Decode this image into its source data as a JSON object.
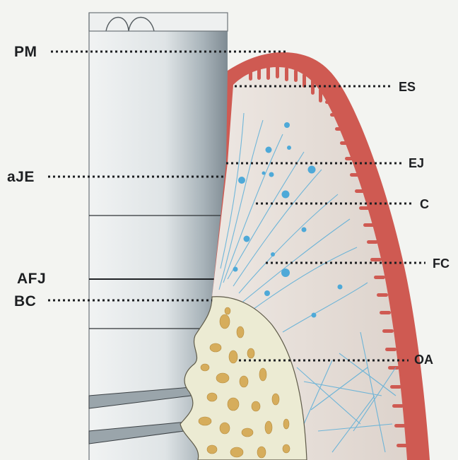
{
  "figure": {
    "labels_left": {
      "pm": "PM",
      "aje": "aJE",
      "afj": "AFJ",
      "bc": "BC"
    },
    "labels_right": {
      "es": "ES",
      "ej": "EJ",
      "c": "C",
      "fc": "FC",
      "oa": "OA"
    }
  },
  "colors": {
    "background": "#f3f4f1",
    "implant_light": "#e9eced",
    "implant_shadow": "#8f9aa1",
    "soft_tissue": "#e4dcd6",
    "epithelium_red": "#cf5a52",
    "bone_fill": "#ecebd3",
    "bone_spots": "#d6ad5c",
    "fibers_blue": "#5aaed8",
    "label_text": "#1d1f22"
  }
}
